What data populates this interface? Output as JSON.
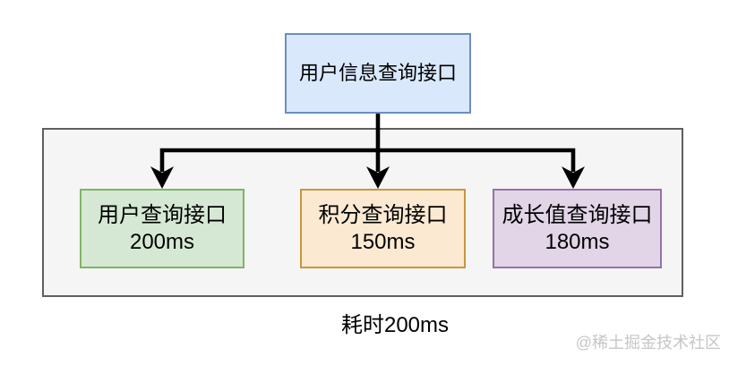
{
  "diagram": {
    "root": {
      "label": "用户信息查询接口",
      "fill": "#dae8fc",
      "stroke": "#6c8ebf"
    },
    "group": {
      "fill": "#f5f5f5",
      "stroke": "#5f5f5f"
    },
    "children": [
      {
        "label": "用户查询接口",
        "time": "200ms",
        "fill": "#d5e8d4",
        "stroke": "#82b366"
      },
      {
        "label": "积分查询接口",
        "time": "150ms",
        "fill": "#fbe9d2",
        "stroke": "#c7973d"
      },
      {
        "label": "成长值查询接口",
        "time": "180ms",
        "fill": "#e1d5e7",
        "stroke": "#9673a6"
      }
    ],
    "connector_color": "#000000",
    "caption": "耗时200ms",
    "watermark": "@稀土掘金技术社区"
  }
}
